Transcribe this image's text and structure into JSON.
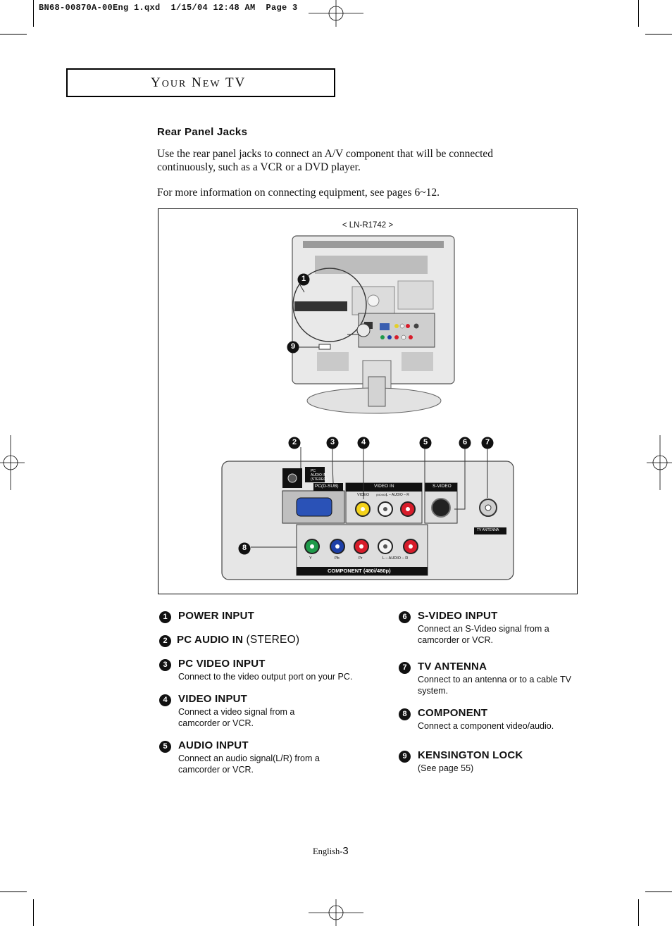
{
  "slug": "BN68-00870A-00Eng 1.qxd  1/15/04 12:48 AM  Page 3",
  "header": {
    "title_cap1": "Y",
    "title_rest1": "OUR",
    "title_cap2": "N",
    "title_rest2": "EW",
    "title_tv": "TV"
  },
  "section_title": "Rear Panel Jacks",
  "paragraphs": [
    "Use the rear panel jacks to connect an A/V component that will be connected continuously, such as a VCR or a DVD player.",
    "For more information on connecting equipment, see pages 6~12."
  ],
  "figure": {
    "model": "< LN-R1742 >",
    "panel_labels": {
      "pc_audio": "PC\nAUDIO IN\n(STEREO)",
      "pc_dsub": "PC(D-SUB)",
      "video_in": "VIDEO IN",
      "video": "VIDEO",
      "audio_lr": "L – AUDIO – R",
      "mono": "(MONO)",
      "svideo": "S-VIDEO",
      "tv_antenna": "TV ANTENNA",
      "component": "COMPONENT (480i/480p)",
      "comp_audio": "L – AUDIO – R",
      "y": "Y",
      "pb": "Pb",
      "pr": "Pr"
    },
    "callouts": [
      "1",
      "2",
      "3",
      "4",
      "5",
      "6",
      "7",
      "8",
      "9"
    ]
  },
  "items_left": [
    {
      "num": "1",
      "title": "POWER INPUT",
      "title_suffix": "",
      "desc": ""
    },
    {
      "num": "2",
      "title": "PC AUDIO IN",
      "title_suffix": "(STEREO)",
      "desc": ""
    },
    {
      "num": "3",
      "title": "PC VIDEO INPUT",
      "title_suffix": "",
      "desc": "Connect to the video output port on your PC."
    },
    {
      "num": "4",
      "title": "VIDEO INPUT",
      "title_suffix": "",
      "desc": "Connect a  video signal from a camcorder or VCR."
    },
    {
      "num": "5",
      "title": "AUDIO INPUT",
      "title_suffix": "",
      "desc": "Connect an audio signal(L/R) from a camcorder or VCR."
    }
  ],
  "items_right": [
    {
      "num": "6",
      "title": "S-VIDEO INPUT",
      "title_suffix": "",
      "desc": "Connect an S-Video signal from a camcorder or VCR."
    },
    {
      "num": "7",
      "title": "TV ANTENNA",
      "title_suffix": "",
      "desc": "Connect to an antenna or to a cable TV system."
    },
    {
      "num": "8",
      "title": "COMPONENT",
      "title_suffix": "",
      "desc": "Connect a component video/audio."
    },
    {
      "num": "9",
      "title": "KENSINGTON LOCK",
      "title_suffix": "",
      "desc": "(See page 55)"
    }
  ],
  "footer": {
    "label": "English-",
    "page": "3"
  },
  "colors": {
    "green": "#1f9a4a",
    "blue": "#1d3fa8",
    "red": "#d81c2a",
    "yellow": "#f3d21a",
    "white": "#f4f4f4",
    "panel": "#e6e6e6",
    "dark": "#111111"
  }
}
